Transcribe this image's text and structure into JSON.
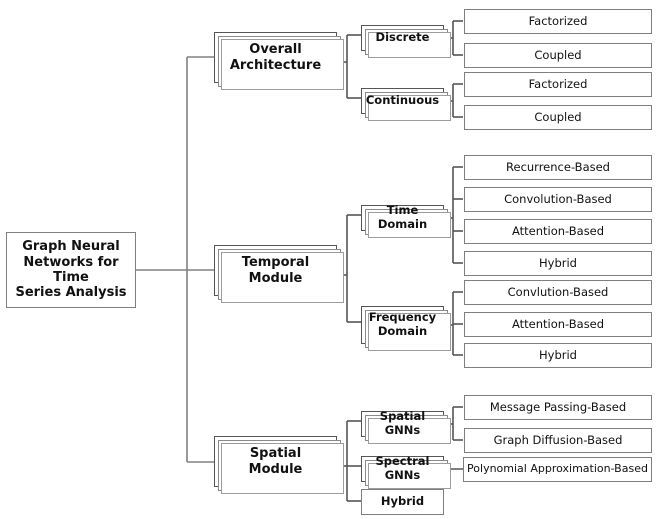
{
  "diagram": {
    "title": "Graph Neural Networks for Time Series Analysis",
    "type": "taxonomy-tree",
    "orientation": "left-to-right",
    "colors": {
      "background": "#ffffff",
      "box_fill": "#ffffff",
      "leaf_border": "#7f7f7f",
      "branch_border": "#555555",
      "stack_border": "#8a8a8a",
      "connector": "#555555",
      "root_connector": "#808080",
      "text": "#111111"
    },
    "root": {
      "label": "Graph Neural\nNetworks for Time\nSeries Analysis"
    },
    "level2": [
      {
        "label": "Overall\nArchitecture"
      },
      {
        "label": "Temporal\nModule"
      },
      {
        "label": "Spatial\nModule"
      }
    ],
    "level3": [
      {
        "label": "Discrete"
      },
      {
        "label": "Continuous"
      },
      {
        "label": "Time Domain"
      },
      {
        "label": "Frequency\nDomain"
      },
      {
        "label": "Spatial GNNs"
      },
      {
        "label": "Spectral GNNs"
      },
      {
        "label": "Hybrid"
      }
    ],
    "leaves": [
      {
        "label": "Factorized"
      },
      {
        "label": "Coupled"
      },
      {
        "label": "Factorized"
      },
      {
        "label": "Coupled"
      },
      {
        "label": "Recurrence-Based"
      },
      {
        "label": "Convolution-Based"
      },
      {
        "label": "Attention-Based"
      },
      {
        "label": "Hybrid"
      },
      {
        "label": "Convlution-Based"
      },
      {
        "label": "Attention-Based"
      },
      {
        "label": "Hybrid"
      },
      {
        "label": "Message Passing-Based"
      },
      {
        "label": "Graph Diffusion-Based"
      },
      {
        "label": "Polynomial Approximation-Based"
      }
    ]
  }
}
